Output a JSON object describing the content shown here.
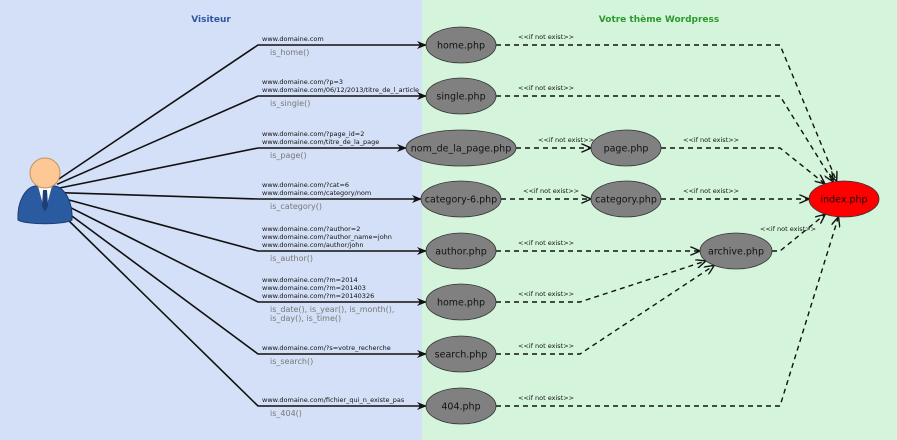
{
  "zones": {
    "visitor": {
      "title": "Visiteur",
      "color": "#d4e0f7"
    },
    "theme": {
      "title": "Votre thème Wordpress",
      "color": "#d4f5dc"
    }
  },
  "colors": {
    "template_node": "#808080",
    "index_node": "#ff0000",
    "visitor_header": "#2f57a0",
    "theme_header": "#2b9a2b"
  },
  "actor": {
    "icon": "user-icon"
  },
  "requests": [
    {
      "urls": [
        "www.domaine.com"
      ],
      "conditional": [
        "is_home()"
      ],
      "target": "home_main"
    },
    {
      "urls": [
        "www.domaine.com/?p=3",
        "www.domaine.com/06/12/2013/titre_de_l_article"
      ],
      "conditional": [
        "is_single()"
      ],
      "target": "single"
    },
    {
      "urls": [
        "www.domaine.com/?page_id=2",
        "www.domaine.com/titre_de_la_page"
      ],
      "conditional": [
        "is_page()"
      ],
      "target": "nom_de_la_page"
    },
    {
      "urls": [
        "www.domaine.com/?cat=6",
        "www.domaine.com/category/nom"
      ],
      "conditional": [
        "is_category()"
      ],
      "target": "category6"
    },
    {
      "urls": [
        "www.domaine.com/?author=2",
        "www.domaine.com/?author_name=john",
        "www.domaine.com/author/john"
      ],
      "conditional": [
        "is_author()"
      ],
      "target": "author"
    },
    {
      "urls": [
        "www.domaine.com/?m=2014",
        "www.domaine.com/?m=201403",
        "www.domaine.com/?m=20140326"
      ],
      "conditional": [
        "is_date(), is_year(), is_month(),",
        "is_day(), is_time()"
      ],
      "target": "home_date"
    },
    {
      "urls": [
        "www.domaine.com/?s=votre_recherche"
      ],
      "conditional": [
        "is_search()"
      ],
      "target": "search"
    },
    {
      "urls": [
        "www.domaine.com/fichier_qui_n_existe_pas"
      ],
      "conditional": [
        "is_404()"
      ],
      "target": "e404"
    }
  ],
  "nodes": {
    "home_main": {
      "label": "home.php"
    },
    "single": {
      "label": "single.php"
    },
    "nom_de_la_page": {
      "label": "nom_de_la_page.php"
    },
    "page": {
      "label": "page.php"
    },
    "category6": {
      "label": "category-6.php"
    },
    "category": {
      "label": "category.php"
    },
    "author": {
      "label": "author.php"
    },
    "archive": {
      "label": "archive.php"
    },
    "home_date": {
      "label": "home.php"
    },
    "search": {
      "label": "search.php"
    },
    "e404": {
      "label": "404.php"
    },
    "index": {
      "label": "index.php"
    }
  },
  "fallback_label": "<<if not exist>>",
  "fallbacks": [
    {
      "from": "home_main",
      "to": "index"
    },
    {
      "from": "single",
      "to": "index"
    },
    {
      "from": "nom_de_la_page",
      "to": "page"
    },
    {
      "from": "page",
      "to": "index"
    },
    {
      "from": "category6",
      "to": "category"
    },
    {
      "from": "category",
      "to": "index"
    },
    {
      "from": "author",
      "to": "archive"
    },
    {
      "from": "home_date",
      "to": "archive"
    },
    {
      "from": "search",
      "to": "archive"
    },
    {
      "from": "archive",
      "to": "index"
    },
    {
      "from": "e404",
      "to": "index"
    }
  ]
}
